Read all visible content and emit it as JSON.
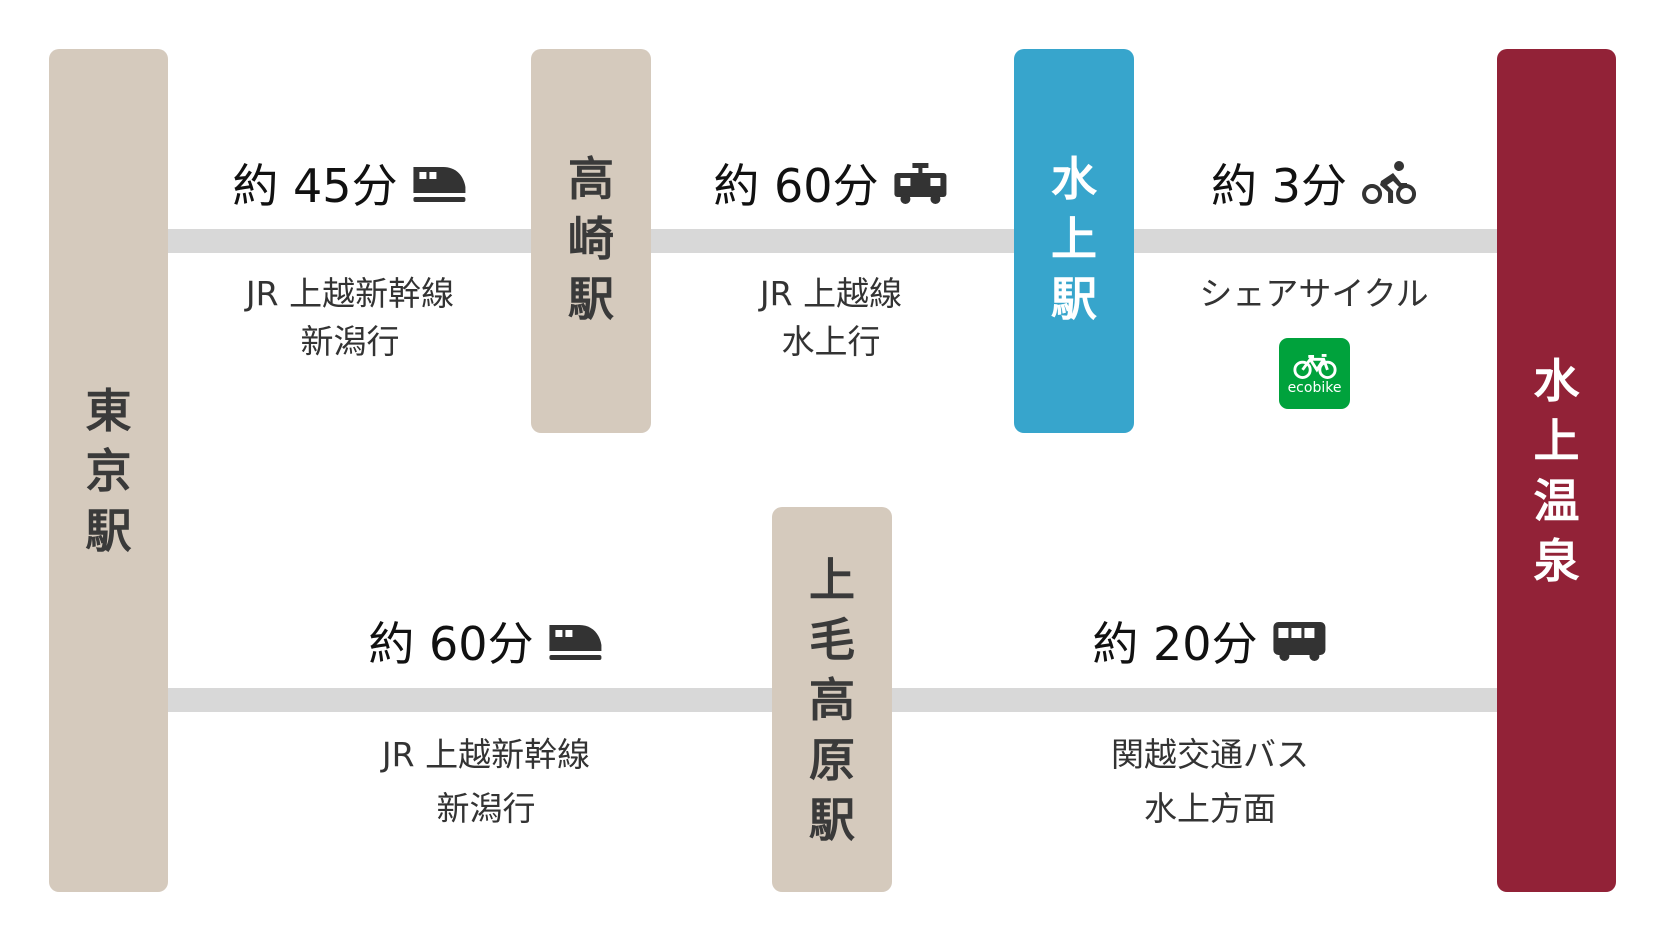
{
  "stations": {
    "tokyo": {
      "chars": [
        "東",
        "京",
        "駅"
      ],
      "color": "#d5cabd"
    },
    "takasaki": {
      "chars": [
        "高",
        "崎",
        "駅"
      ],
      "color": "#d5cabd"
    },
    "minakami": {
      "chars": [
        "水",
        "上",
        "駅"
      ],
      "color": "#37a5cc"
    },
    "jomokogen": {
      "chars": [
        "上",
        "毛",
        "高",
        "原",
        "駅"
      ],
      "color": "#d5cabd"
    },
    "onsen": {
      "chars": [
        "水",
        "上",
        "温",
        "泉"
      ],
      "color": "#922237"
    }
  },
  "routes": [
    {
      "time": "約 45分",
      "icon": "shinkansen-icon",
      "line1": "JR 上越新幹線",
      "line2": "新潟行"
    },
    {
      "time": "約 60分",
      "icon": "tram-icon",
      "line1": "JR 上越線",
      "line2": "水上行"
    },
    {
      "time": "約 3分",
      "icon": "cyclist-icon",
      "line1": "シェアサイクル",
      "badge": "ecobike"
    },
    {
      "time": "約 60分",
      "icon": "shinkansen-icon",
      "line1": "JR 上越新幹線",
      "line2": "新潟行"
    },
    {
      "time": "約 20分",
      "icon": "bus-icon",
      "line1": "関越交通バス",
      "line2": "水上方面"
    }
  ]
}
